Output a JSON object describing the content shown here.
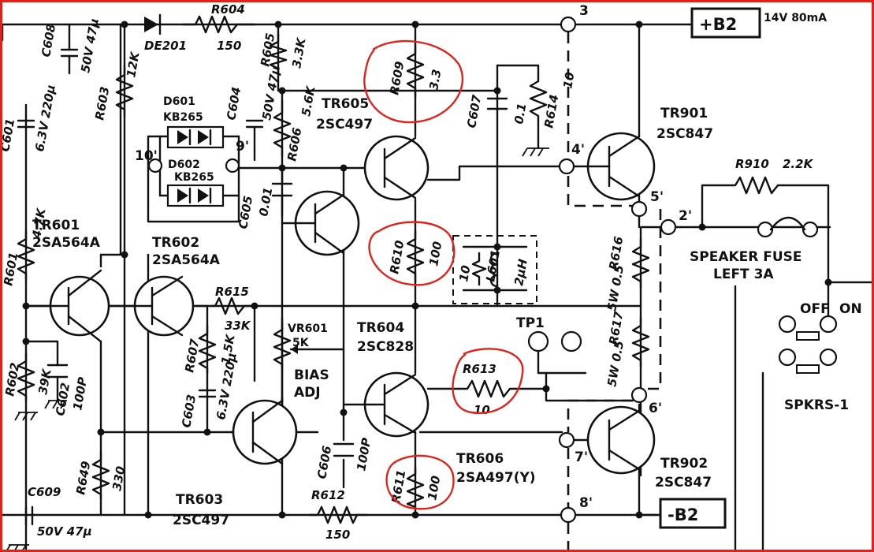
{
  "supply": {
    "pos_label": "+B2",
    "pos_rating": "14V 80mA",
    "neg_label": "-B2"
  },
  "terminals": {
    "t3": "3",
    "t4": "4'",
    "t5": "5'",
    "t2": "2'",
    "t6": "6'",
    "t7": "7'",
    "t8": "8'",
    "t9": "9'",
    "t10": "10'",
    "tp1": "TP1"
  },
  "transistors": {
    "tr601": {
      "ref": "TR601",
      "type": "2SA564A"
    },
    "tr602": {
      "ref": "TR602",
      "type": "2SA564A"
    },
    "tr603": {
      "ref": "TR603",
      "type": "2SC497"
    },
    "tr604": {
      "ref": "TR604",
      "type": "2SC828"
    },
    "tr605": {
      "ref": "TR605",
      "type": "2SC497"
    },
    "tr606": {
      "ref": "TR606",
      "type": "2SA497(Y)"
    },
    "tr901": {
      "ref": "TR901",
      "type": "2SC847"
    },
    "tr902": {
      "ref": "TR902",
      "type": "2SC847"
    }
  },
  "resistors": {
    "r601": {
      "ref": "R601",
      "value": "4.7K"
    },
    "r602": {
      "ref": "R602",
      "value": "39K"
    },
    "r603": {
      "ref": "R603",
      "value": "12K"
    },
    "r604": {
      "ref": "R604",
      "value": "150"
    },
    "r605": {
      "ref": "R605",
      "value": "3.3K"
    },
    "r606": {
      "ref": "R606",
      "value": "5.6K"
    },
    "r607": {
      "ref": "R607",
      "value": "1.5K"
    },
    "r609": {
      "ref": "R609",
      "value": "3.3"
    },
    "r610": {
      "ref": "R610",
      "value": "100"
    },
    "r611": {
      "ref": "R611",
      "value": "100"
    },
    "r612": {
      "ref": "R612",
      "value": "150"
    },
    "r613": {
      "ref": "R613",
      "value": "10"
    },
    "r614": {
      "ref": "R614",
      "value": "10"
    },
    "r615": {
      "ref": "R615",
      "value": "33K"
    },
    "r616": {
      "ref": "R616",
      "value": "5W 0.5"
    },
    "r617": {
      "ref": "R617",
      "value": "5W 0.5"
    },
    "r649": {
      "ref": "R649",
      "value": "330"
    },
    "r910": {
      "ref": "R910",
      "value": "2.2K"
    }
  },
  "capacitors": {
    "c601": {
      "ref": "C601",
      "value": "6.3V 220μ"
    },
    "c602": {
      "ref": "C602",
      "value": "100P"
    },
    "c603": {
      "ref": "C603",
      "value": "6.3V 220μ"
    },
    "c604": {
      "ref": "C604",
      "value": "50V 47μ"
    },
    "c605": {
      "ref": "C605",
      "value": "0.01"
    },
    "c606": {
      "ref": "C606",
      "value": "100P"
    },
    "c607": {
      "ref": "C607",
      "value": "0.1"
    },
    "c608": {
      "ref": "C608",
      "value": "50V 47μ"
    },
    "c609": {
      "ref": "C609",
      "value": "50V 47μ"
    }
  },
  "diodes": {
    "de201": {
      "ref": "DE201"
    },
    "d601": {
      "ref": "D601",
      "type": "KB265"
    },
    "d602": {
      "ref": "D602",
      "type": "KB265"
    }
  },
  "inductor": {
    "ref": "L601",
    "value": "2μH",
    "r": "10"
  },
  "vr601": {
    "ref": "VR601",
    "value": "5K",
    "label_1": "BIAS",
    "label_2": "ADJ"
  },
  "fuse": {
    "line_1": "SPEAKER FUSE",
    "line_2": "LEFT 3A"
  },
  "switch": {
    "off": "OFF",
    "on": "ON",
    "ref": "SPKRS-1"
  },
  "annotation": {
    "circle_color": "#e0221b"
  }
}
